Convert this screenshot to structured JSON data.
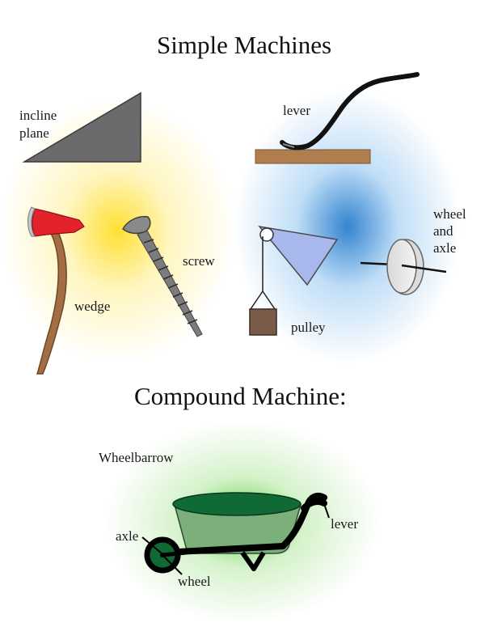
{
  "title": "Simple Machines",
  "compound_title": "Compound Machine:",
  "labels": {
    "incline_plane": [
      "incline",
      "plane"
    ],
    "lever": "lever",
    "wedge": "wedge",
    "screw": "screw",
    "pulley": "pulley",
    "wheel_and_axle": [
      "wheel",
      "and",
      "axle"
    ],
    "wheelbarrow": "Wheelbarrow",
    "wb_axle": "axle",
    "wb_lever": "lever",
    "wb_wheel": "wheel"
  },
  "colors": {
    "incline": "#6b6b6e",
    "lever_board": "#b07d4f",
    "axe_head": "#e3232b",
    "axe_handle": "#a36e43",
    "pulley": "#a9b8ec",
    "pulley_weight": "#7a5a48",
    "wheelbarrow_tray": "#7cb07a",
    "wheelbarrow_rim": "#0f6a36",
    "wheelbarrow_frame": "#000000"
  }
}
